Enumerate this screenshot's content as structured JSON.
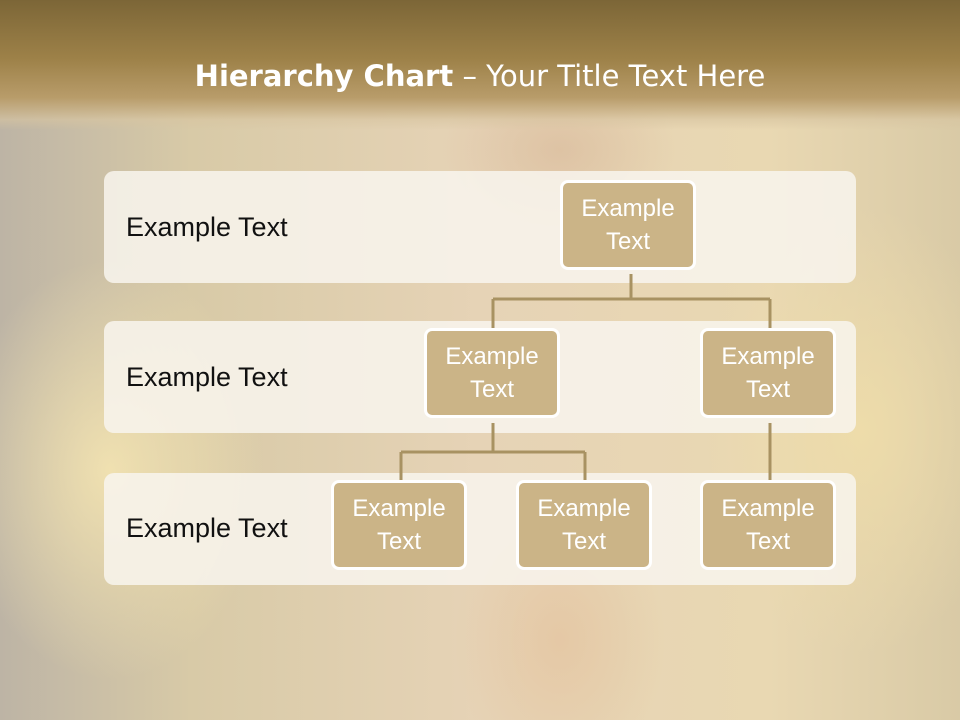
{
  "title": {
    "bold": "Hierarchy Chart",
    "rest": " – Your Title Text Here"
  },
  "rows": [
    {
      "label": "Example Text"
    },
    {
      "label": "Example Text"
    },
    {
      "label": "Example Text"
    }
  ],
  "nodes": [
    {
      "text": "Example Text",
      "level": 1
    },
    {
      "text": "Example Text",
      "level": 2
    },
    {
      "text": "Example Text",
      "level": 2
    },
    {
      "text": "Example Text",
      "level": 3
    },
    {
      "text": "Example Text",
      "level": 3
    },
    {
      "text": "Example Text",
      "level": 3
    }
  ],
  "colors": {
    "node_fill": "#cbb487",
    "connector": "#a89262",
    "banner": "#8d7440"
  }
}
